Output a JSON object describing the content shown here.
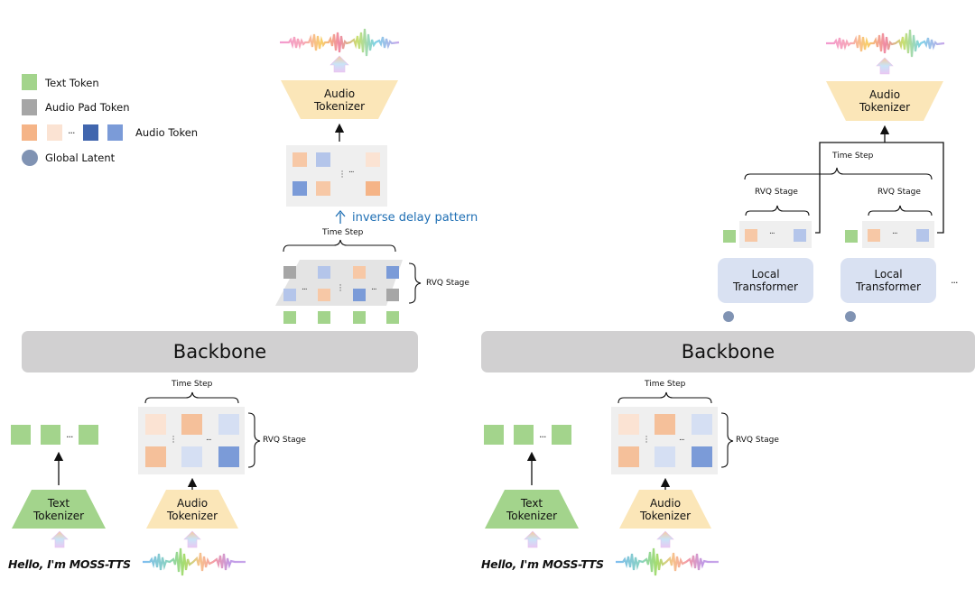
{
  "legend": {
    "items": [
      {
        "label": "Text Token",
        "kind": "text-token"
      },
      {
        "label": "Audio Pad Token",
        "kind": "pad-token"
      },
      {
        "label": "Audio Token",
        "kind": "audio-token"
      },
      {
        "label": "Global Latent",
        "kind": "global-latent"
      }
    ],
    "ellipsis": "..."
  },
  "colors": {
    "text_token": "#a3d48c",
    "pad_token": "#a6a6a6",
    "audio_orange": "#f5b487",
    "audio_orange_light": "#fbe3d3",
    "audio_blue_dark": "#4166ae",
    "audio_blue": "#7b9bd8",
    "audio_blue_light": "#d5dff3",
    "audio_blue_mid": "#b4c5ea",
    "global_latent": "#8093b3",
    "backbone": "#d1d0d1",
    "audio_tokenizer": "#fbe6b8",
    "text_tokenizer": "#a3d48c",
    "local_transformer": "#d9e1f2",
    "inverse_delay": "#1f6fb4"
  },
  "left": {
    "top_tokenizer": {
      "line1": "Audio",
      "line2": "Tokenizer"
    },
    "inverse_delay_label": "inverse delay pattern",
    "time_step_label": "Time Step",
    "rvq_stage_label": "RVQ Stage",
    "backbone_label": "Backbone",
    "bottom": {
      "time_step_label": "Time Step",
      "rvq_stage_label": "RVQ Stage",
      "text_tokenizer": {
        "line1": "Text",
        "line2": "Tokenizer"
      },
      "audio_tokenizer": {
        "line1": "Audio",
        "line2": "Tokenizer"
      },
      "input_text": "Hello, I'm MOSS-TTS"
    }
  },
  "right": {
    "top_tokenizer": {
      "line1": "Audio",
      "line2": "Tokenizer"
    },
    "time_step_label": "Time Step",
    "rvq_stage_label_1": "RVQ Stage",
    "rvq_stage_label_2": "RVQ Stage",
    "local_transformer_1": {
      "line1": "Local",
      "line2": "Transformer"
    },
    "local_transformer_2": {
      "line1": "Local",
      "line2": "Transformer"
    },
    "more": "...",
    "backbone_label": "Backbone",
    "bottom": {
      "time_step_label": "Time Step",
      "rvq_stage_label": "RVQ Stage",
      "text_tokenizer": {
        "line1": "Text",
        "line2": "Tokenizer"
      },
      "audio_tokenizer": {
        "line1": "Audio",
        "line2": "Tokenizer"
      },
      "input_text": "Hello, I'm MOSS-TTS"
    }
  },
  "ellipsis": "...",
  "vellipsis": "⋮"
}
